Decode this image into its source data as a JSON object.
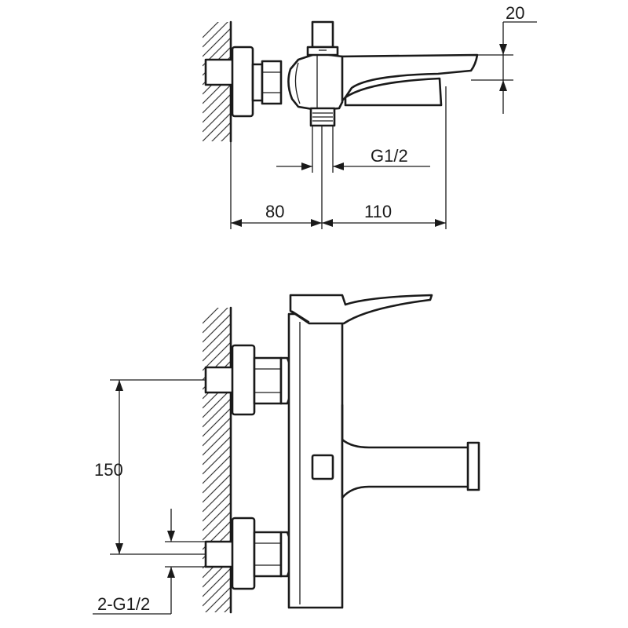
{
  "top_view": {
    "dim_height": "20",
    "dim_thread": "G1/2",
    "dim_wall_to_axis": "80",
    "dim_axis_to_spout": "110"
  },
  "front_view": {
    "dim_inlet_spacing": "150",
    "dim_inlet_thread": "2-G1/2"
  },
  "colors": {
    "line": "#1a1a1a",
    "background": "#ffffff"
  }
}
